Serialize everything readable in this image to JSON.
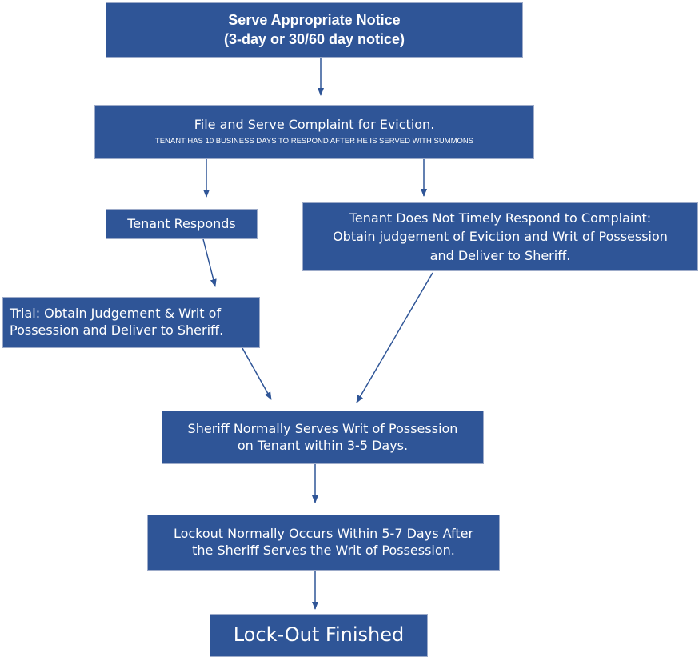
{
  "nodes": {
    "n1": {
      "lines": [
        "Serve Appropriate Notice",
        "(3-day or 30/60 day notice)"
      ]
    },
    "n2": {
      "title": "File and Serve Complaint for Eviction.",
      "subtitle": "TENANT HAS 10 BUSINESS DAYS TO RESPOND AFTER HE IS SERVED WITH SUMMONS"
    },
    "n3": {
      "lines": [
        "Tenant Responds"
      ]
    },
    "n4": {
      "lines": [
        "Tenant Does Not Timely Respond to Complaint:",
        "Obtain judgement of Eviction and Writ of Possession",
        "and Deliver to Sheriff."
      ]
    },
    "n5": {
      "lines": [
        "Trial: Obtain Judgement & Writ of",
        "Possession and Deliver to Sheriff."
      ]
    },
    "n6": {
      "lines": [
        "Sheriff Normally Serves Writ of Possession",
        "on Tenant within 3-5 Days."
      ]
    },
    "n7": {
      "lines": [
        "Lockout Normally Occurs Within 5-7 Days After",
        "the Sheriff Serves the Writ of Possession."
      ]
    },
    "n8": {
      "lines": [
        "Lock-Out Finished"
      ]
    }
  },
  "colors": {
    "box_fill": "#2f5597",
    "box_text": "#ffffff",
    "arrow": "#2f5597"
  }
}
